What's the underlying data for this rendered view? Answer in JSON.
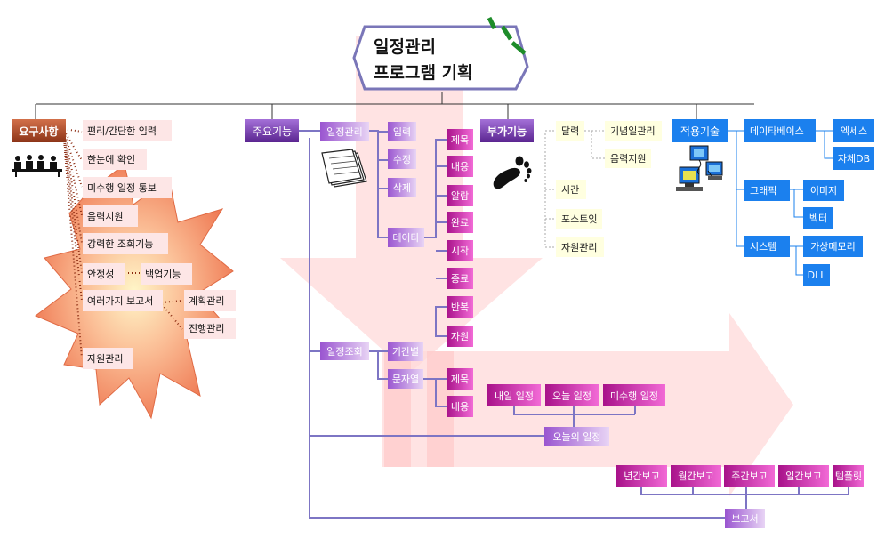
{
  "title": {
    "line1": "일정관리",
    "line2": "프로그램 기획"
  },
  "requirements": {
    "header": "요구사항",
    "items": [
      "편리/간단한 입력",
      "한눈에 확인",
      "미수행 일정 통보",
      "음력지원",
      "강력한 조회기능",
      "안정성",
      "여러가지 보고서",
      "자원관리"
    ],
    "backup": "백업기능",
    "report_plan": "계획관리",
    "report_progress": "진행관리"
  },
  "main": {
    "header": "주요기능",
    "schedule_mgmt": "일정관리",
    "input": "입력",
    "edit": "수정",
    "delete": "삭제",
    "data": "데이타",
    "fields": [
      "제목",
      "내용",
      "알람",
      "완료",
      "시작",
      "종료",
      "반복",
      "자원"
    ],
    "schedule_query": "일정조회",
    "period": "기간별",
    "string": "문자열",
    "string_fields": [
      "제목",
      "내용"
    ],
    "today": "오늘의 일정",
    "today_items": [
      "내일 일정",
      "오늘 일정",
      "미수행 일정"
    ],
    "report": "보고서",
    "report_items": [
      "년간보고",
      "월간보고",
      "주간보고",
      "일간보고",
      "템플릿"
    ]
  },
  "extra": {
    "header": "부가기능",
    "calendar": "달력",
    "calendar_items": [
      "기념일관리",
      "음력지원"
    ],
    "items": [
      "시간",
      "포스트잇",
      "자원관리"
    ]
  },
  "tech": {
    "header": "적용기술",
    "database": "데이타베이스",
    "db_items": [
      "엑세스",
      "자체DB"
    ],
    "graphic": "그래픽",
    "graphic_items": [
      "이미지",
      "벡터"
    ],
    "system": "시스템",
    "system_items": [
      "가상메모리",
      "DLL"
    ]
  },
  "colors": {
    "requirement": "#fde6e6",
    "main": "#7a3fb5",
    "field": "#d6249f",
    "extra": "#ffffe0",
    "tech": "#1b80ee",
    "burst": "#f7a07e"
  }
}
